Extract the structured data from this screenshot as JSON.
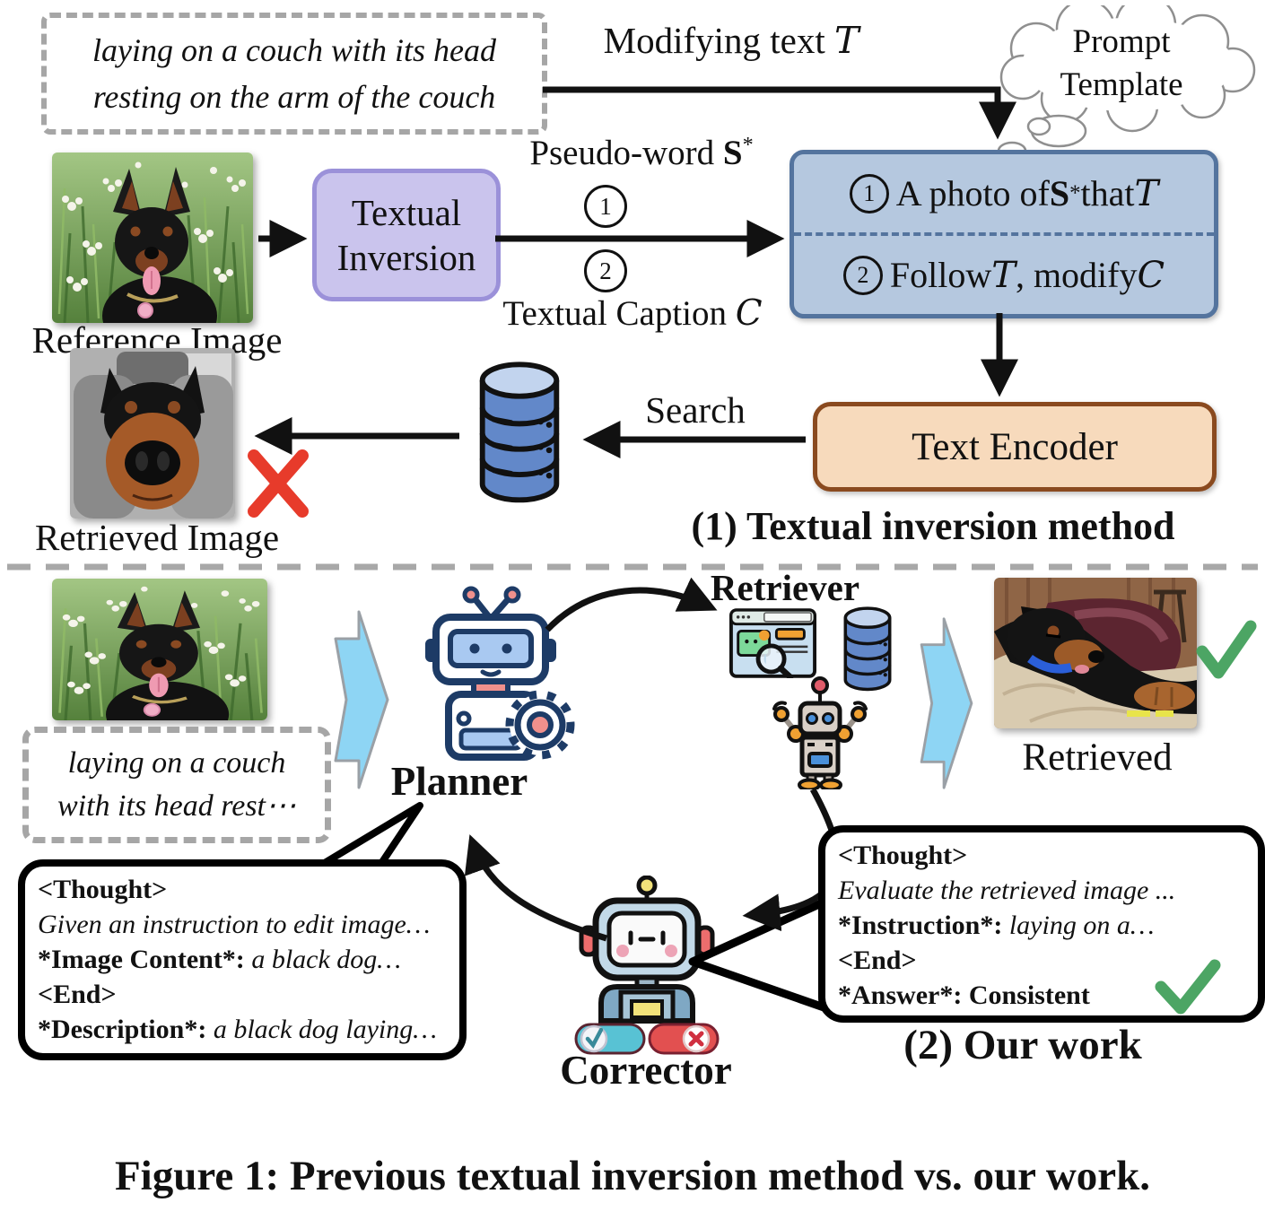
{
  "colors": {
    "dashed_gray": "#a6a6a6",
    "textual_inversion_fill": "#cac4ed",
    "textual_inversion_border": "#9b91d9",
    "prompt_box_fill": "#b5c8df",
    "prompt_box_border": "#54749e",
    "text_encoder_fill": "#f7dabc",
    "text_encoder_border": "#8a4a1f",
    "chevron_blue": "#8ed5f4",
    "database_blue": "#6288c9",
    "cross_red": "#e73b2b",
    "check_green": "#4ca564"
  },
  "s1": {
    "instruction": {
      "l1": "laying on a couch with its head",
      "l2": "resting on the arm of the couch"
    },
    "modifying": {
      "text": "Modifying text ",
      "sym": "T"
    },
    "cloud": {
      "l1": "Prompt",
      "l2": "Template"
    },
    "reference_label": "Reference Image",
    "ti": {
      "l1": "Textual",
      "l2": "Inversion"
    },
    "pseudo": {
      "text": "Pseudo-word ",
      "sym": "S",
      "sup": "*"
    },
    "n1": "1",
    "n2": "2",
    "caption_c": {
      "text": "Textual Caption ",
      "sym": "C"
    },
    "prompt": {
      "r1": {
        "n": "1",
        "a": "A photo of ",
        "s": "S",
        "sup": "*",
        "b": "that ",
        "sym": "T"
      },
      "r2": {
        "n": "2",
        "a": "Follow ",
        "t": "T",
        "b": ", modify ",
        "c": "C"
      }
    },
    "encoder": "Text Encoder",
    "search": "Search",
    "retrieved_label": "Retrieved Image",
    "title": "(1) Textual inversion method"
  },
  "s2": {
    "instruction": {
      "l1": "laying on a couch",
      "l2": "with its head rest⋯"
    },
    "planner": "Planner",
    "retriever": "Retriever",
    "corrector": "Corrector",
    "retrieved": "Retrieved",
    "b1": {
      "t1": "<Thought>",
      "l1": "Given an instruction to edit image…",
      "k2": "*Image Content*:",
      "v2": " a black dog…",
      "t2": "<End>",
      "k3": "*Description*:",
      "v3": " a black dog laying…"
    },
    "b2": {
      "t1": "<Thought>",
      "l1": "Evaluate the retrieved image ...",
      "k2": "*Instruction*:",
      "v2": " laying on a…",
      "t2": "<End>",
      "k3": "*Answer*:",
      "v3": " Consistent"
    },
    "title": "(2) Our work"
  },
  "fig": {
    "caption": "Figure 1: Previous textual inversion method vs. our work."
  }
}
